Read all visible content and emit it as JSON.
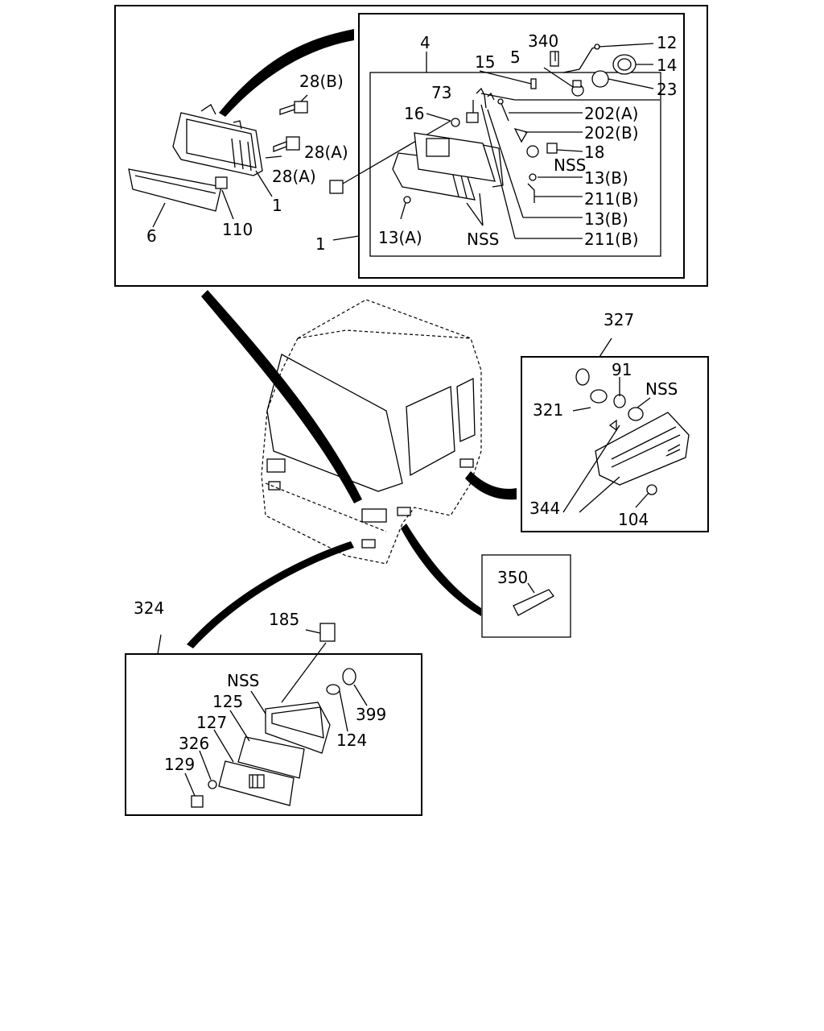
{
  "labels": {
    "l4": "4",
    "l340": "340",
    "l12": "12",
    "l15": "15",
    "l5": "5",
    "l14": "14",
    "l28b": "28(B)",
    "l73": "73",
    "l23": "23",
    "l16": "16",
    "l202a": "202(A)",
    "l202b": "202(B)",
    "l28a_top": "28(A)",
    "l18": "18",
    "l28a_bot": "28(A)",
    "lnss_head": "NSS",
    "l13b_1": "13(B)",
    "l211b_1": "211(B)",
    "l1_inner": "1",
    "l13b_2": "13(B)",
    "l6": "6",
    "l110": "110",
    "l13a": "13(A)",
    "lnss_lens": "NSS",
    "l211b_2": "211(B)",
    "l1_outer": "1",
    "l327": "327",
    "l91": "91",
    "lnss_side": "NSS",
    "l321": "321",
    "l344": "344",
    "l104": "104",
    "l350": "350",
    "l324": "324",
    "l185": "185",
    "lnss_fog": "NSS",
    "l125": "125",
    "l399": "399",
    "l127": "127",
    "l124": "124",
    "l326": "326",
    "l129": "129"
  }
}
